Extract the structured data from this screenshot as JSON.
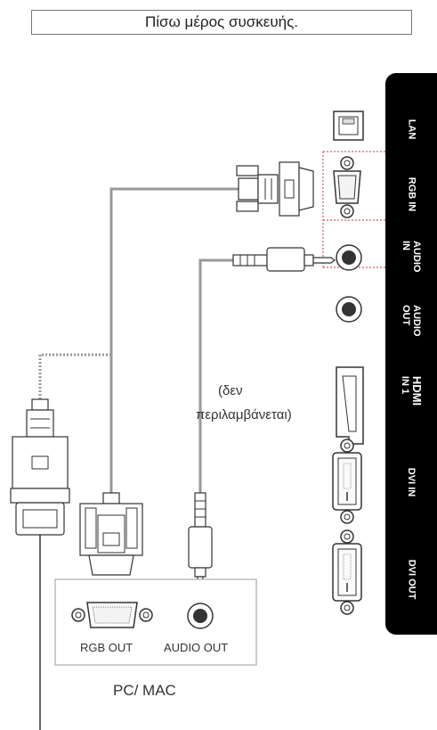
{
  "header": {
    "title": "Πίσω μέρος συσκευής."
  },
  "panel": {
    "labels": {
      "lan": "LAN",
      "rgb_in": "RGB IN",
      "audio_in": "AUDIO IN",
      "audio_out": "AUDIO OUT",
      "hdmi": "HDMI",
      "hdmi_sub": "IN 1",
      "dvi_in": "DVI IN",
      "dvi_out": "DVI OUT"
    }
  },
  "note": {
    "line1": "(δεν",
    "line2": "περιλαμβάνεται)"
  },
  "pc": {
    "rgb_out": "RGB OUT",
    "audio_out": "AUDIO OUT",
    "name": "PC/ MAC"
  },
  "colors": {
    "panel": "#000000",
    "cable": "#999999",
    "outline": "#333333",
    "dotted_red": "#cc3344"
  }
}
